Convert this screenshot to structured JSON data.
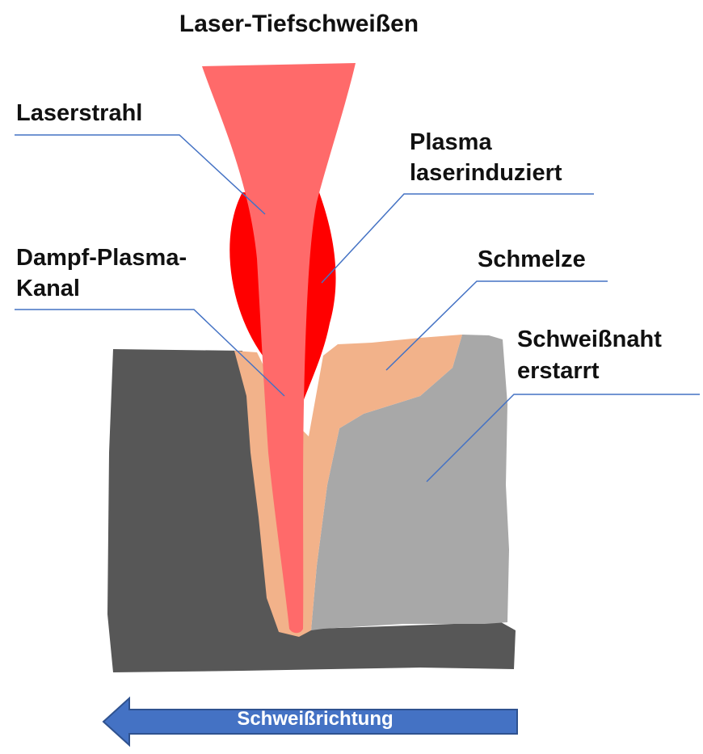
{
  "title": "Laser-Tiefschweißen",
  "labels": {
    "laserstrahl": "Laserstrahl",
    "plasma_line1": "Plasma",
    "plasma_line2": "laserinduziert",
    "kanal_line1": "Dampf-Plasma-",
    "kanal_line2": "Kanal",
    "schmelze": "Schmelze",
    "naht_line1": "Schweißnaht",
    "naht_line2": "erstarrt"
  },
  "direction_label": "Schweißrichtung",
  "colors": {
    "laser_beam": "#ff6a6a",
    "plasma": "#ff0000",
    "melt": "#f2b28a",
    "base_metal": "#575757",
    "solidified_seam": "#a8a8a8",
    "leader_lines": "#4472c4",
    "arrow_fill": "#4472c4",
    "arrow_stroke": "#2f528f"
  }
}
